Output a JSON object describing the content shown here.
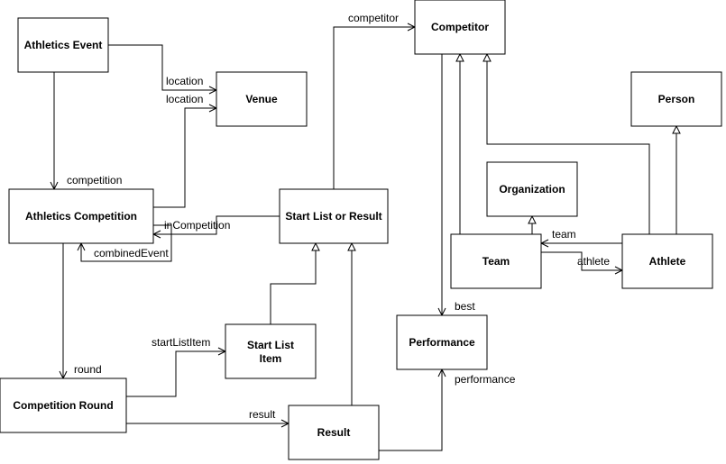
{
  "classes": {
    "athletics_event": "Athletics Event",
    "venue": "Venue",
    "athletics_competition": "Athletics Competition",
    "competition_round": "Competition Round",
    "competitor": "Competitor",
    "person": "Person",
    "organization": "Organization",
    "start_list_or_result": "Start List or Result",
    "team": "Team",
    "athlete": "Athlete",
    "start_list_item_line1": "Start List",
    "start_list_item_line2": "Item",
    "performance": "Performance",
    "result": "Result"
  },
  "associations": {
    "location_1": "location",
    "location_2": "location",
    "competition": "competition",
    "in_competition": "inCompetition",
    "combined_event": "combinedEvent",
    "round": "round",
    "start_list_item": "startListItem",
    "result": "result",
    "competitor": "competitor",
    "best": "best",
    "performance": "performance",
    "team": "team",
    "athlete": "athlete"
  }
}
